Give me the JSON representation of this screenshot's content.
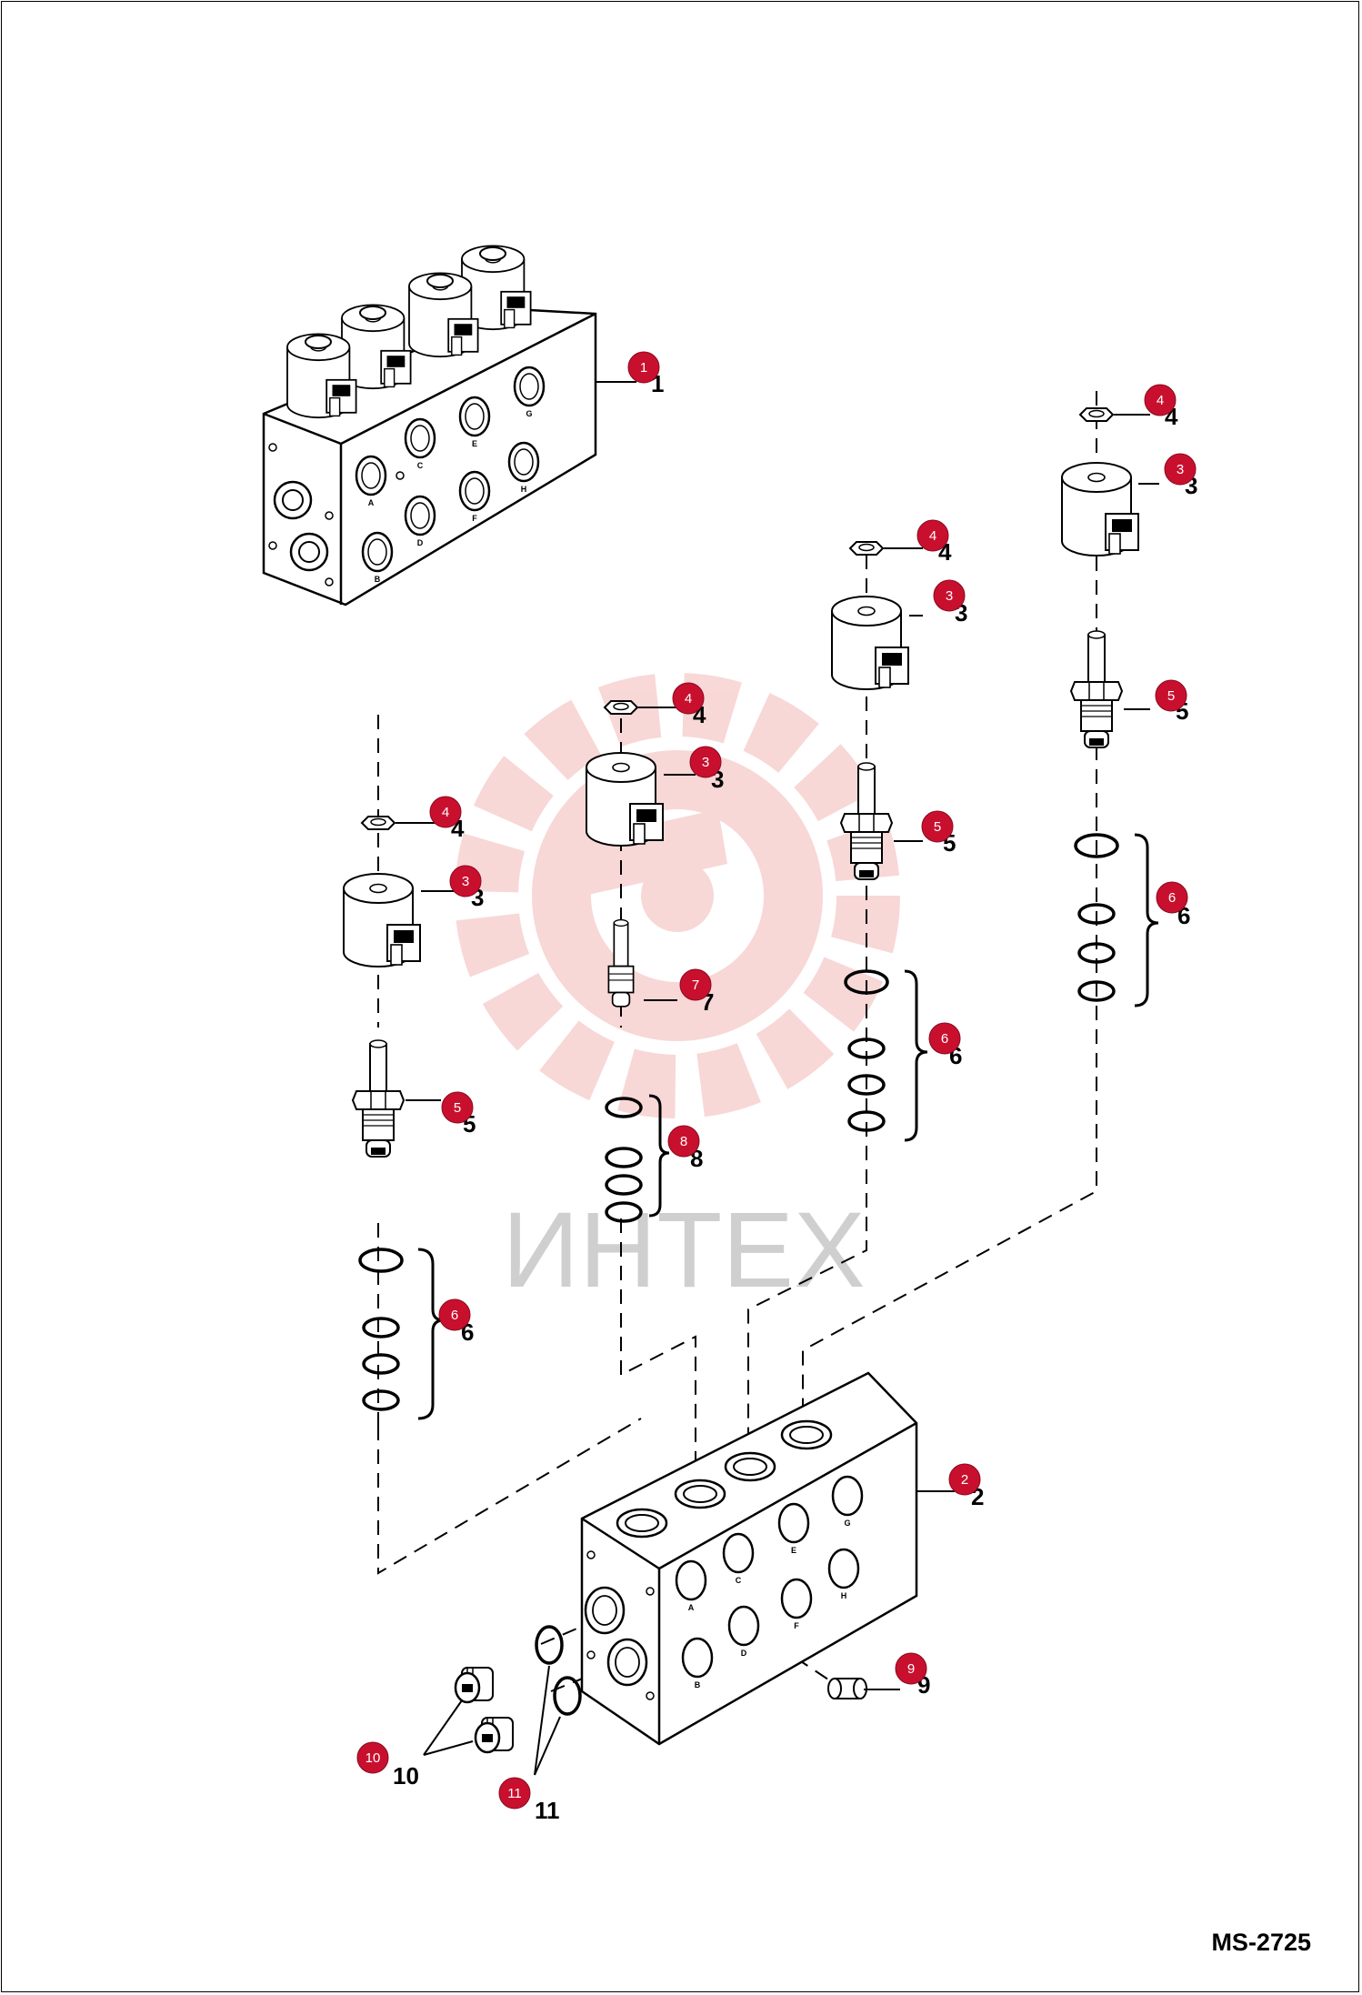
{
  "drawing_code": "MS-2725",
  "watermark_text": "ИНТЕХ",
  "colors": {
    "callout_badge": "#c8102e",
    "watermark": "#f4b8b8",
    "watermark_text": "#cfcfcf",
    "line": "#000000"
  },
  "callouts": [
    {
      "id": "c1",
      "badge": "1",
      "label": "1"
    },
    {
      "id": "c2",
      "badge": "2",
      "label": "2"
    },
    {
      "id": "c3a",
      "badge": "3",
      "label": "3"
    },
    {
      "id": "c3b",
      "badge": "3",
      "label": "3"
    },
    {
      "id": "c3c",
      "badge": "3",
      "label": "3"
    },
    {
      "id": "c3d",
      "badge": "3",
      "label": "3"
    },
    {
      "id": "c4a",
      "badge": "4",
      "label": "4"
    },
    {
      "id": "c4b",
      "badge": "4",
      "label": "4"
    },
    {
      "id": "c4c",
      "badge": "4",
      "label": "4"
    },
    {
      "id": "c4d",
      "badge": "4",
      "label": "4"
    },
    {
      "id": "c5a",
      "badge": "5",
      "label": "5"
    },
    {
      "id": "c5b",
      "badge": "5",
      "label": "5"
    },
    {
      "id": "c5c",
      "badge": "5",
      "label": "5"
    },
    {
      "id": "c6a",
      "badge": "6",
      "label": "6"
    },
    {
      "id": "c6b",
      "badge": "6",
      "label": "6"
    },
    {
      "id": "c6c",
      "badge": "6",
      "label": "6"
    },
    {
      "id": "c7",
      "badge": "7",
      "label": "7"
    },
    {
      "id": "c8",
      "badge": "8",
      "label": "8"
    },
    {
      "id": "c9",
      "badge": "9",
      "label": "9"
    },
    {
      "id": "c10",
      "badge": "10",
      "label": "10"
    },
    {
      "id": "c11",
      "badge": "11",
      "label": "11"
    }
  ],
  "port_labels": {
    "top_block": [
      "A",
      "B",
      "C",
      "D",
      "E",
      "F",
      "G",
      "H"
    ],
    "bottom_block": [
      "A",
      "B",
      "C",
      "D",
      "E",
      "F",
      "G",
      "H"
    ]
  }
}
